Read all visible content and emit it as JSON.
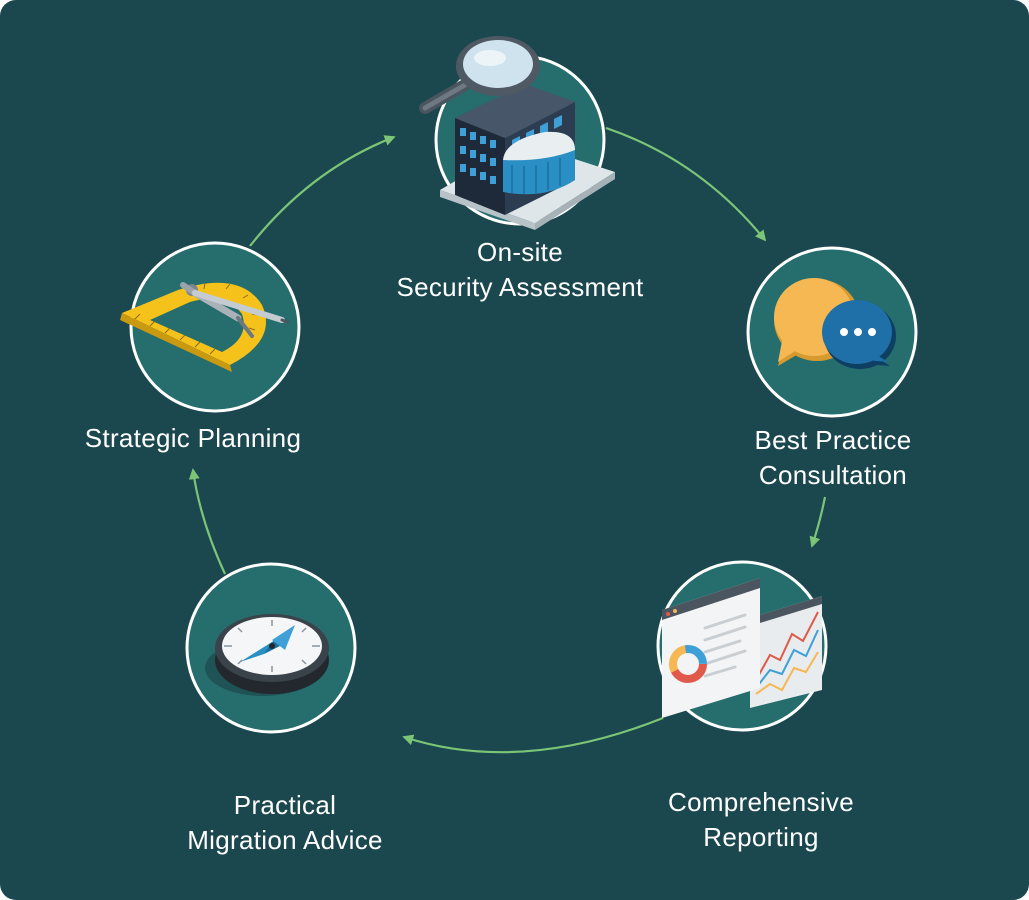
{
  "colors": {
    "background": "#1b474e",
    "node_fill": "#266d6d",
    "node_ring": "#ffffff",
    "arrow": "#7cc576",
    "text": "#ffffff"
  },
  "nodes": [
    {
      "id": "assessment",
      "icon": "magnifier-building-icon",
      "lines": [
        "On-site",
        "Security Assessment"
      ]
    },
    {
      "id": "consultation",
      "icon": "speech-bubbles-icon",
      "lines": [
        "Best Practice",
        "Consultation"
      ]
    },
    {
      "id": "reporting",
      "icon": "report-charts-icon",
      "lines": [
        "Comprehensive",
        "Reporting"
      ]
    },
    {
      "id": "migration",
      "icon": "compass-icon",
      "lines": [
        "Practical",
        "Migration Advice"
      ]
    },
    {
      "id": "planning",
      "icon": "protractor-compass-icon",
      "lines": [
        "Strategic Planning"
      ]
    }
  ]
}
